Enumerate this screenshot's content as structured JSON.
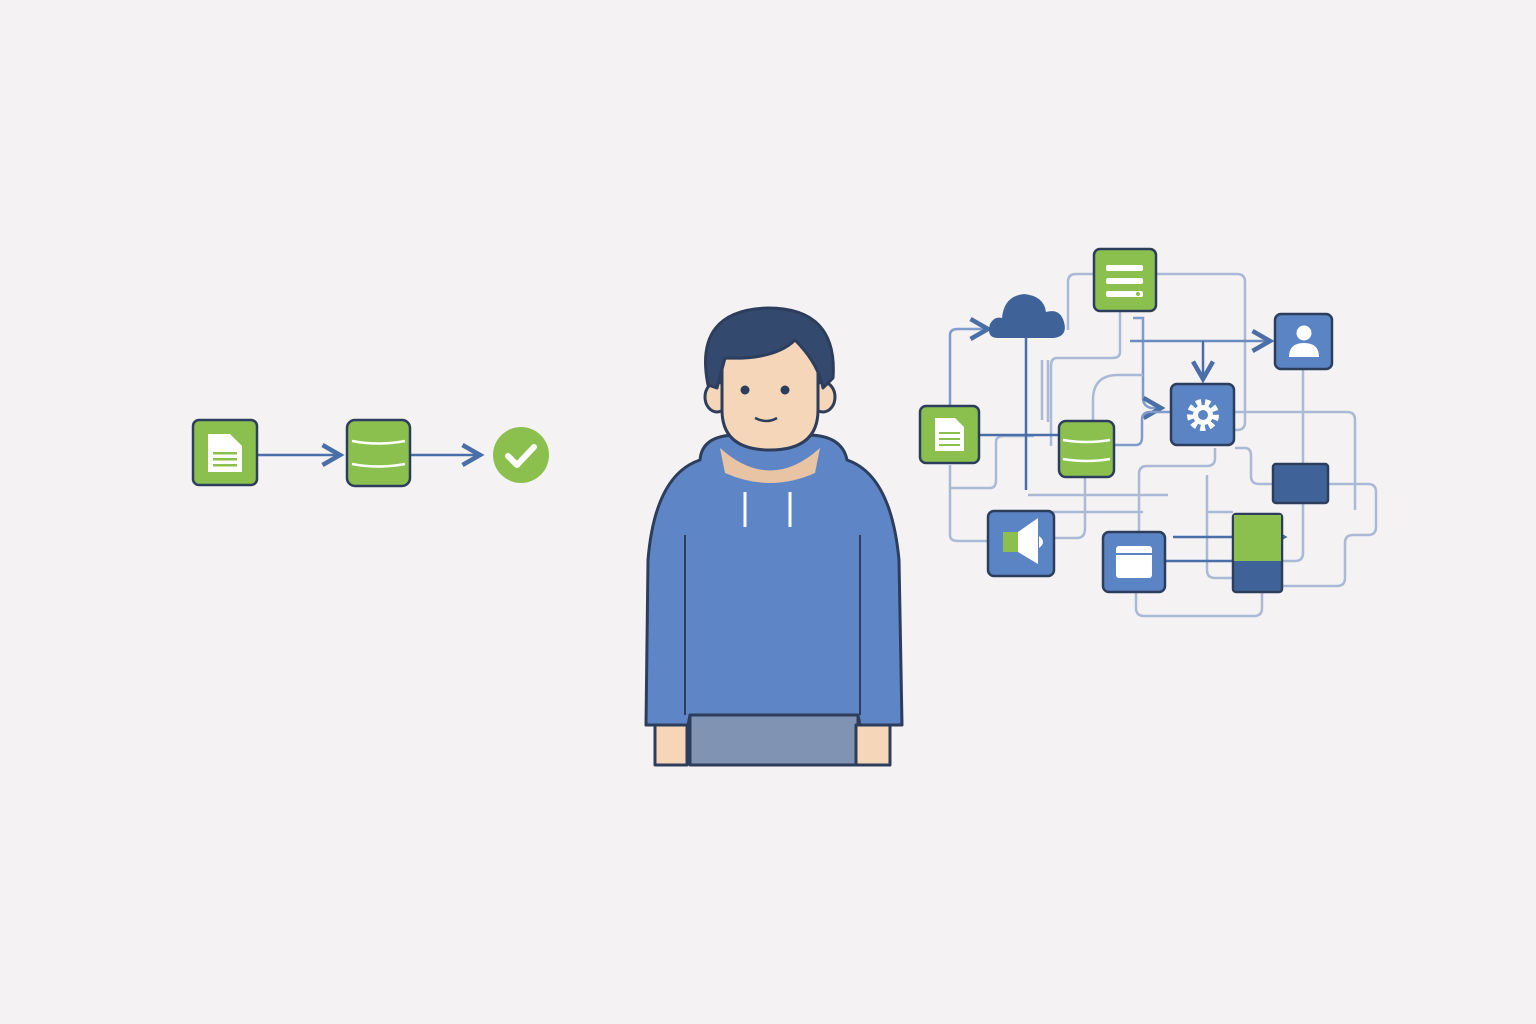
{
  "colors": {
    "background": "#f4f2f3",
    "green": "#8bc04f",
    "blue": "#5b84c4",
    "dark_blue": "#3f6399",
    "outline": "#2c3e5c",
    "connector": "#a9b9d6",
    "arrow": "#4a6ea8",
    "skin": "#f6d6b8",
    "hair": "#34496e",
    "pants": "#8193b3"
  },
  "simple_flow": {
    "nodes": [
      {
        "icon": "document-icon",
        "color": "green"
      },
      {
        "icon": "database-icon",
        "color": "green"
      },
      {
        "icon": "check-icon",
        "color": "green"
      }
    ]
  },
  "person": {
    "icon": "person-hoodie-illustration"
  },
  "complex_network": {
    "nodes": [
      {
        "icon": "server-list-icon",
        "color": "green"
      },
      {
        "icon": "cloud-icon",
        "color": "dark_blue"
      },
      {
        "icon": "user-icon",
        "color": "blue"
      },
      {
        "icon": "document-icon",
        "color": "green"
      },
      {
        "icon": "database-icon",
        "color": "green"
      },
      {
        "icon": "gear-icon",
        "color": "blue"
      },
      {
        "icon": "block-icon",
        "color": "dark_blue"
      },
      {
        "icon": "megaphone-icon",
        "color": "blue"
      },
      {
        "icon": "window-icon",
        "color": "blue"
      },
      {
        "icon": "stacked-block-icon",
        "color": "green"
      }
    ]
  }
}
